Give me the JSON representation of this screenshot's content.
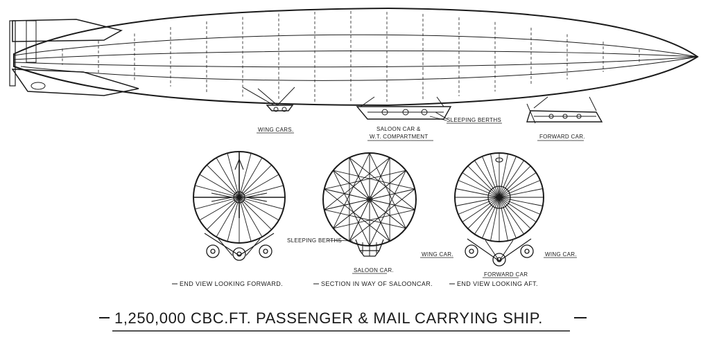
{
  "title": "1,250,000 CBC.FT. PASSENGER & MAIL CARRYING SHIP.",
  "side_view_labels": {
    "wing_cars": "WING CARS.",
    "saloon_car_line1": "SALOON CAR &",
    "saloon_car_line2": "W.T. COMPARTMENT",
    "sleeping_berths": "SLEEPING BERTHS",
    "forward_car": "FORWARD CAR."
  },
  "section_labels": {
    "sleeping_berths": "SLEEPING BERTHS",
    "saloon_car": "SALOON CAR.",
    "wing_car_left": "WING CAR.",
    "wing_car_right": "WING CAR.",
    "forward_car": "FORWARD CAR"
  },
  "captions": {
    "end_view_forward": "END VIEW LOOKING FORWARD.",
    "section_saloon": "SECTION IN WAY OF SALOONCAR.",
    "end_view_aft": "END VIEW LOOKING AFT."
  }
}
